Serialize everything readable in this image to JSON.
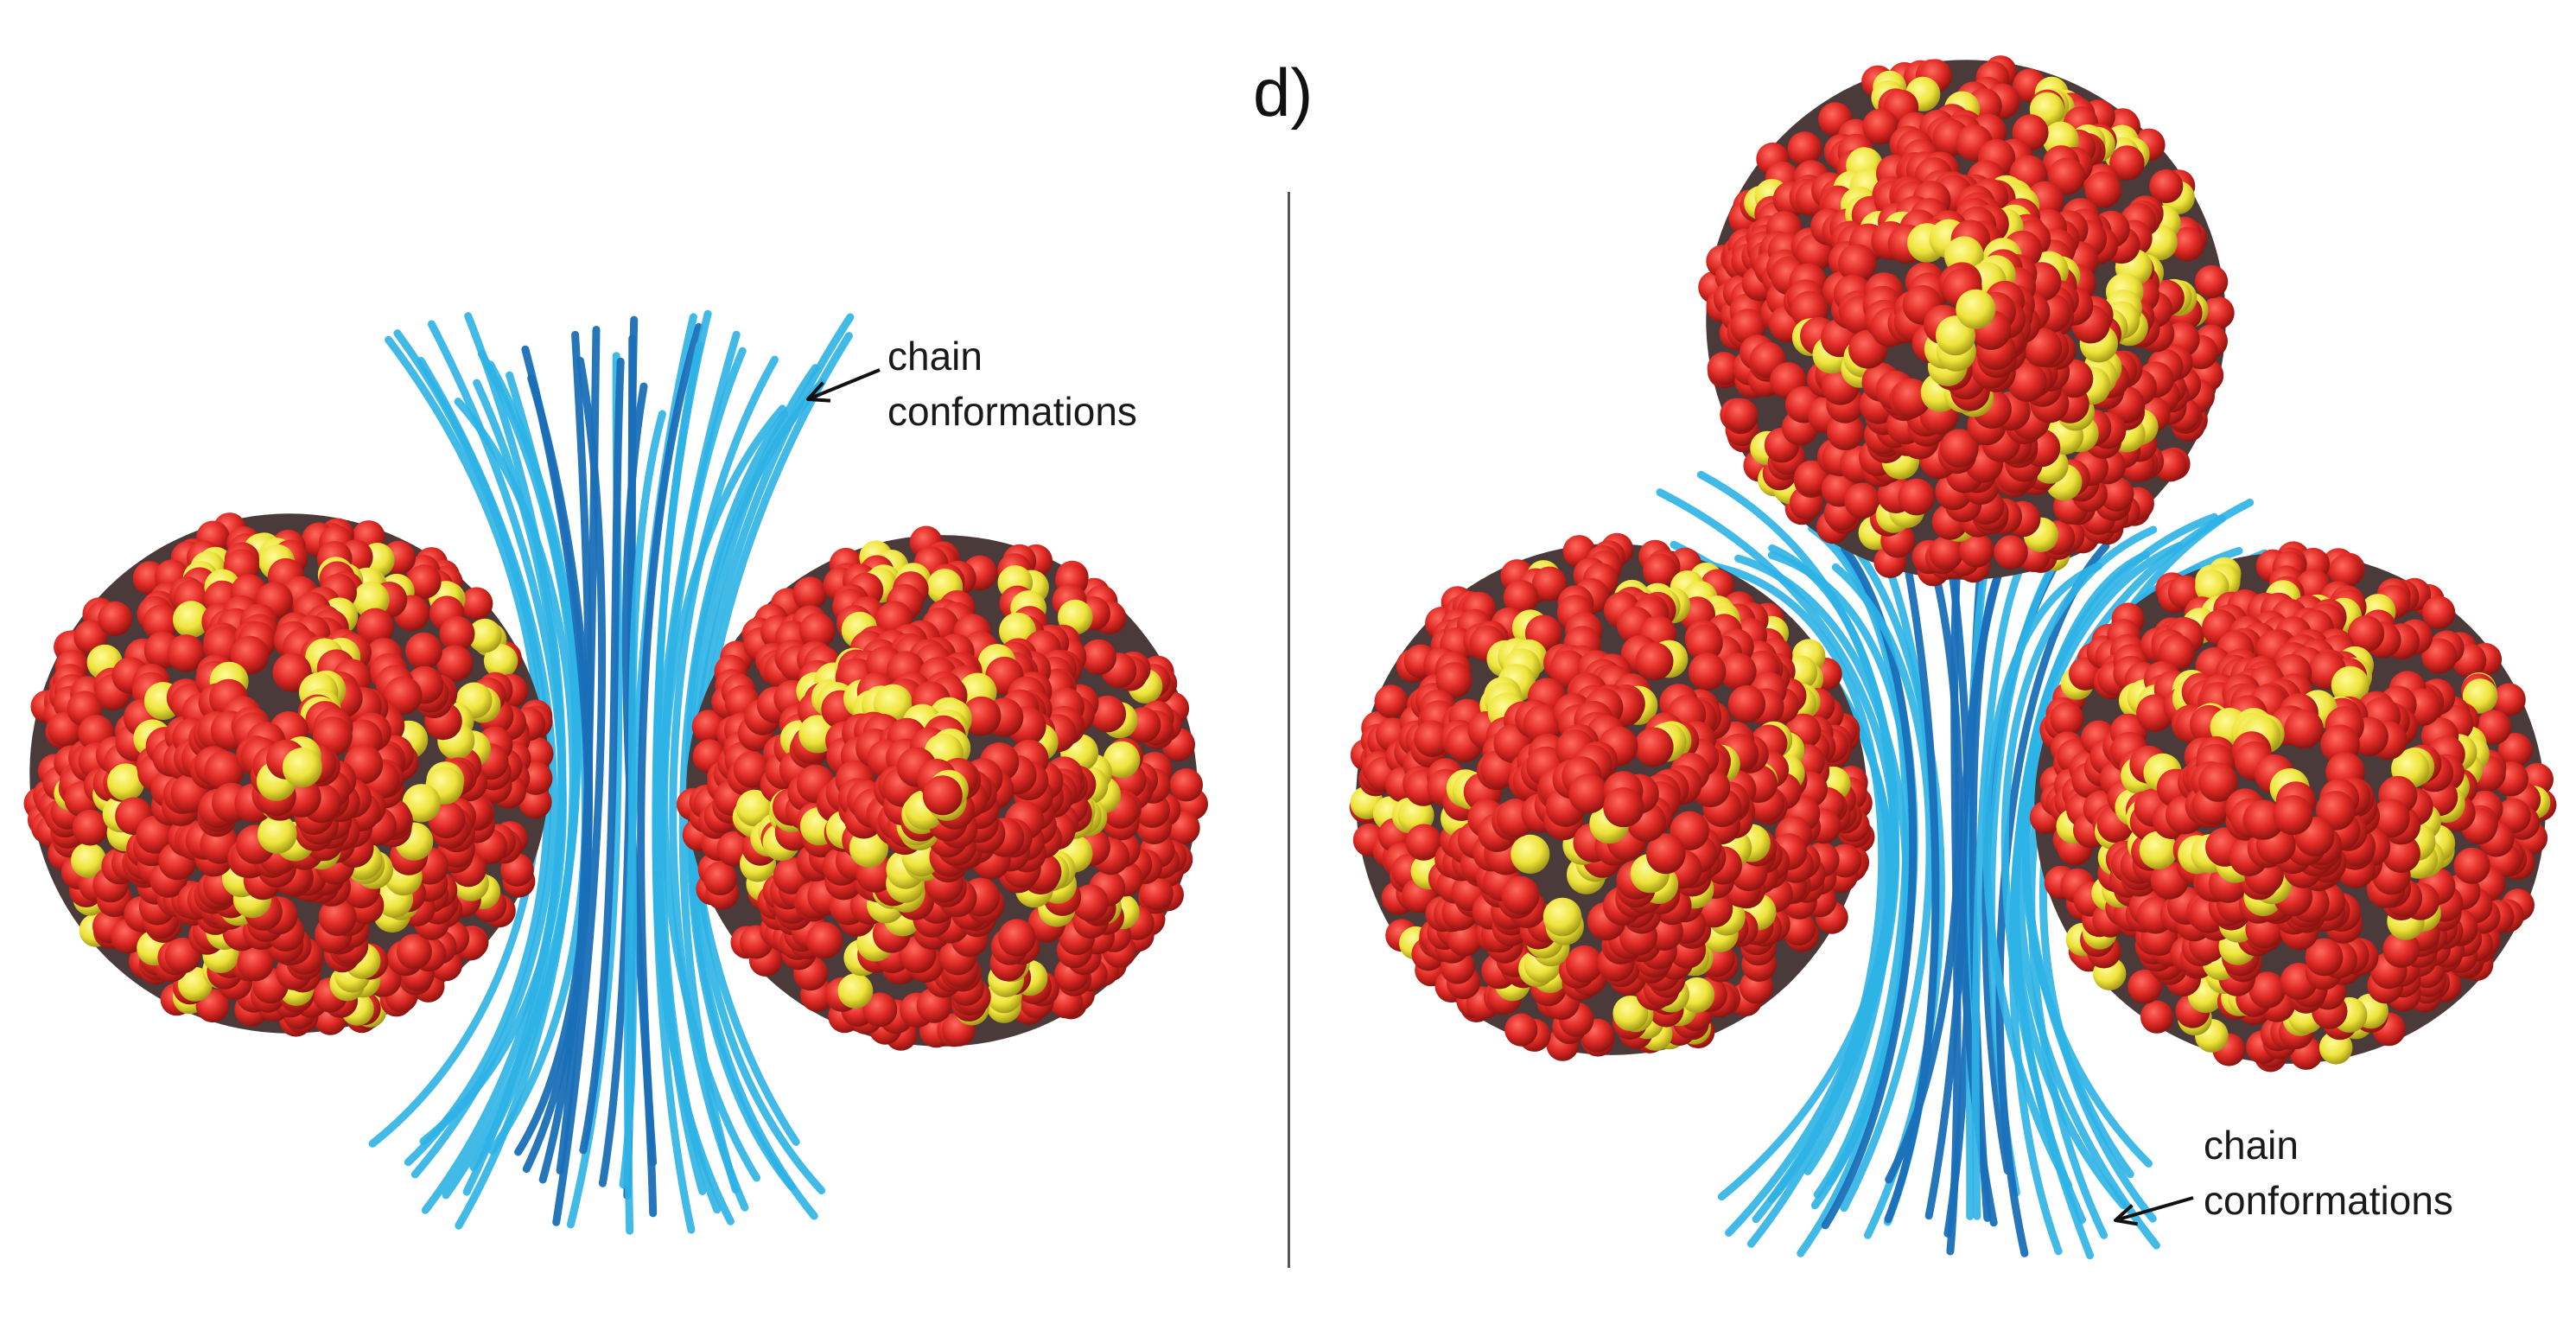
{
  "panel": {
    "label": "d)"
  },
  "annotations": {
    "left": {
      "line1": "chain",
      "line2": "conformations"
    },
    "right": {
      "line1": "chain",
      "line2": "conformations"
    }
  },
  "colors": {
    "particle_outer": "#e23030",
    "particle_core": "#f0e63c",
    "chain": "#2eb2e6",
    "chain_dark": "#1a6fb8",
    "divider": "#555555",
    "text": "#1a1a1a"
  }
}
